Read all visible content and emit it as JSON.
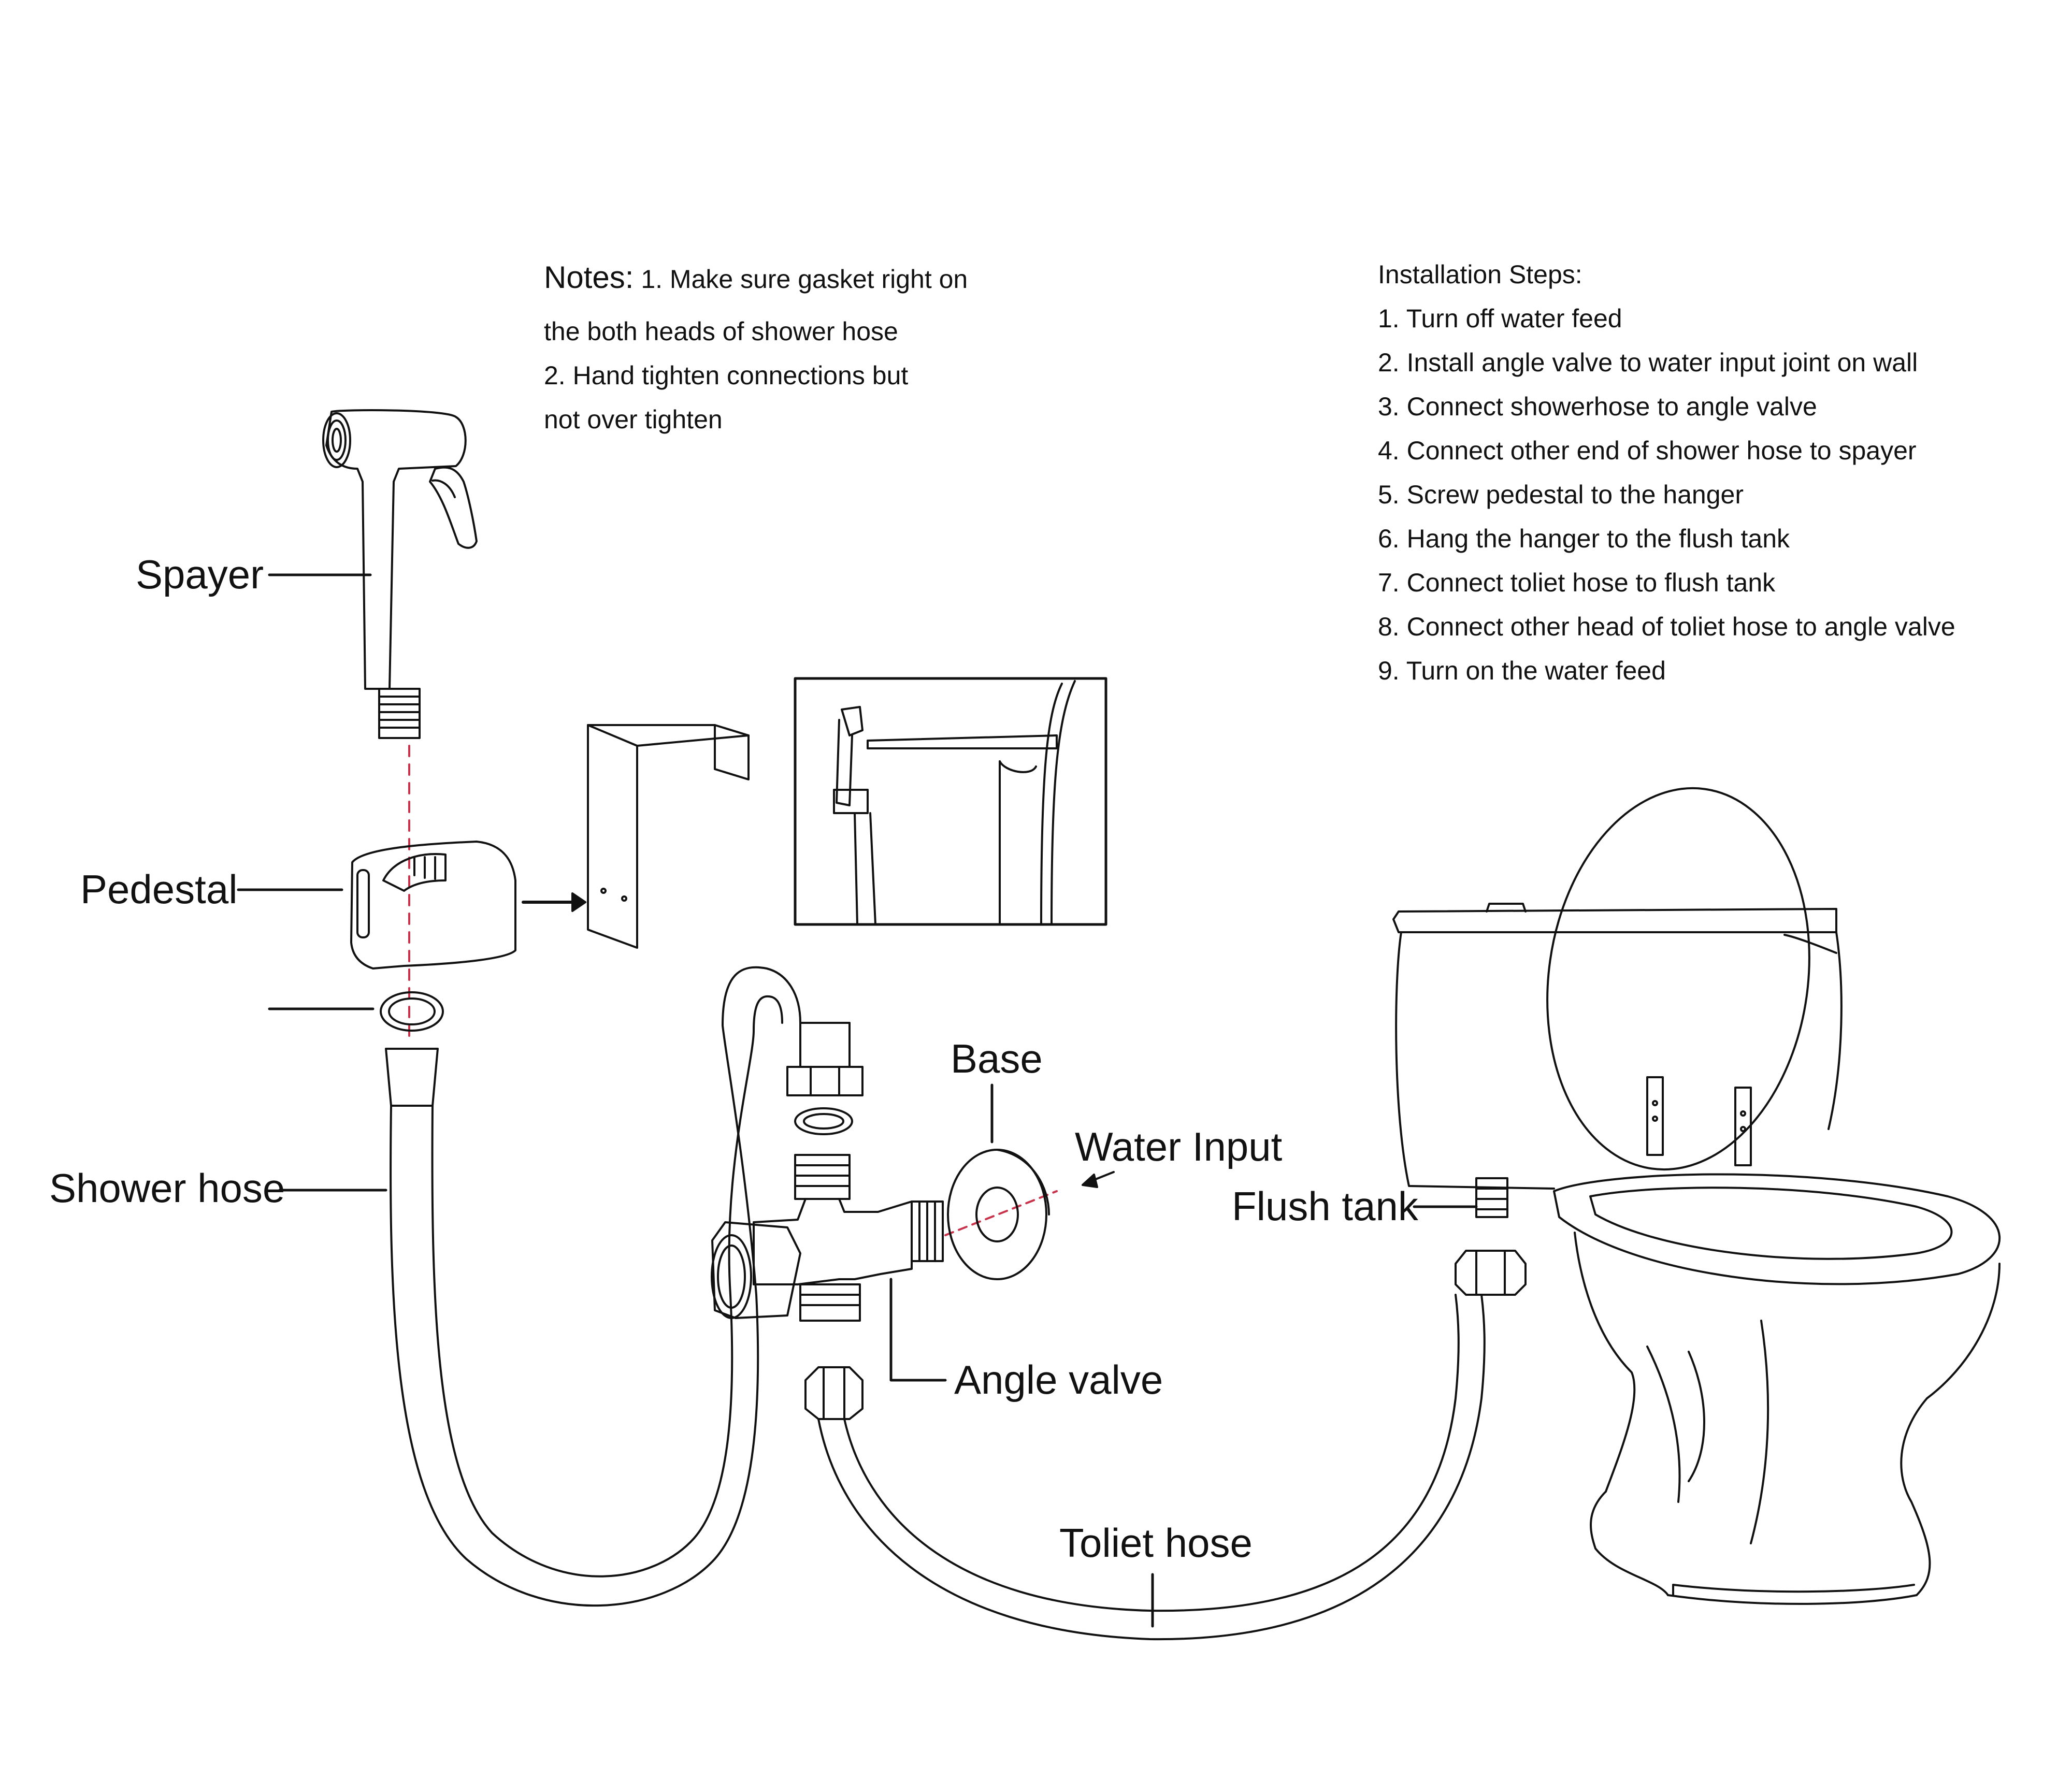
{
  "notes": {
    "title": "Notes:",
    "line1": "1. Make sure gasket right on",
    "line2": "the both heads of shower hose",
    "line3": "2. Hand tighten connections but",
    "line4": "not over tighten"
  },
  "installation": {
    "title": "Installation Steps:",
    "steps": [
      "1. Turn off water feed",
      "2. Install angle valve to water input joint on wall",
      "3. Connect showerhose to angle valve",
      "4. Connect other end of shower hose to spayer",
      "5. Screw pedestal to the hanger",
      "6. Hang the hanger to the flush tank",
      "7. Connect toliet hose to flush tank",
      "8. Connect other head of toliet hose to angle valve",
      "9. Turn on the water feed"
    ]
  },
  "labels": {
    "spayer": "Spayer",
    "pedestal": "Pedestal",
    "shower_hose": "Shower hose",
    "base": "Base",
    "water_input": "Water Input",
    "flush_tank": "Flush tank",
    "angle_valve": "Angle valve",
    "toliet_hose": "Toliet hose"
  },
  "colors": {
    "line": "#111111",
    "dashed_guide": "#c8324a"
  }
}
